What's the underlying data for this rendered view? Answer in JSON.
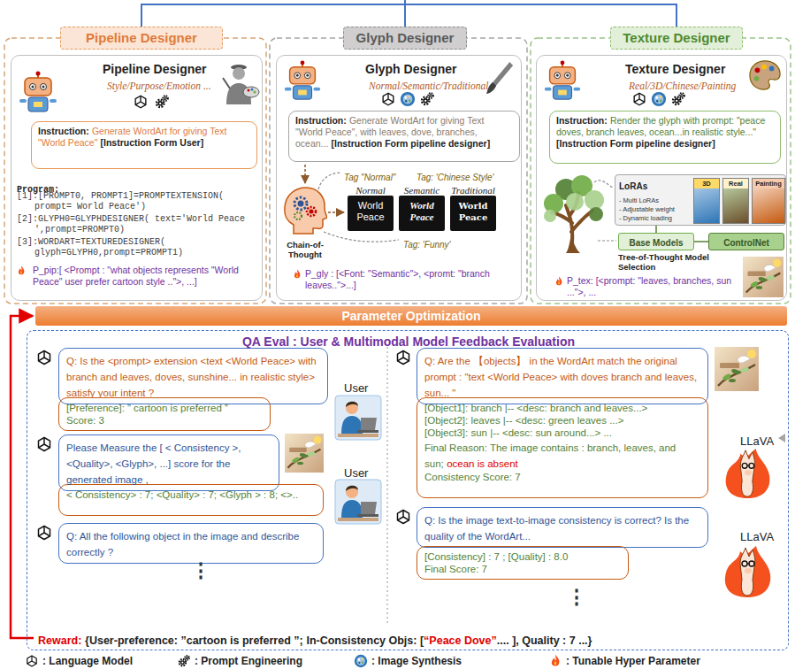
{
  "diagram": {
    "nodes": [
      {
        "text": [
          "Pipeline Designer"
        ]
      },
      {
        "text": [
          "Glyph Designer"
        ]
      },
      {
        "text": [
          "Texture Designer"
        ]
      },
      {
        "text": [
          "Pipeline Designer",
          "Style/Purpose/Emotion ...",
          "Program:",
          "[1]:[PROMPT0, PROMPT1]=PROMPTEXTENSION( prompt= World Peace')",
          "[2]:GLYPH0=GLYPHDESIGNER( text='World Peace ',prompt=PROMPT0)",
          "[3]:WORDART=TEXTUREDESIGNER( glyph=GLYPH0,prompt=PROMPT1)",
          "P_pip:[ <Prompt : \"what objects represents \"World Peace\" user prefer cartoon style ..\">, ...]"
        ]
      },
      {
        "text": [
          "Instruction:",
          "Generate WordArt for giving Text \"World Peace\"",
          "[Instruction Form User]"
        ],
        "in": 3
      },
      {
        "text": [
          "Glyph Designer",
          "Normal/Semantic/Traditional",
          "Tag \"Normal\"",
          "Tag: 'Chinese Style'",
          "Tag: 'Funny'",
          "Chain-of-Thought",
          "P_gly : [<Font: \"Semantic\">, <promt: \"branch leaves..\">...]"
        ]
      },
      {
        "text": [
          "Instruction:",
          "Generate WordArt for giving Text \"World Peace\", with leaves, dove, branches, ocean...",
          "[Instruction Form pipeline designer]"
        ],
        "in": 5
      },
      {
        "text": [
          "Normal",
          "World Peace"
        ],
        "in": 5
      },
      {
        "text": [
          "Semantic",
          "World Peace"
        ],
        "in": 5
      },
      {
        "text": [
          "Traditional",
          "World Peace"
        ],
        "in": 5
      },
      {
        "text": [
          "Texture Designer",
          "Real/3D/Chinese/Painting",
          "Tree-of-Thought Model Selection",
          "P_tex: [<prompt: \"leaves, branches, sun ...\">, ..."
        ]
      },
      {
        "text": [
          "Instruction:",
          "Render the glyph with prompt: \"peace doves, branch leaves, ocean...in realistic style...\"",
          "[Instruction Form pipeline designer]"
        ],
        "in": 10
      },
      {
        "text": [
          "LoRAs",
          "- Multi LoRAs",
          "- Adjustable weight",
          "- Dynamic loading"
        ],
        "in": 10
      },
      {
        "text": [
          "3D"
        ],
        "in": 12
      },
      {
        "text": [
          "Real"
        ],
        "in": 12
      },
      {
        "text": [
          "Painting"
        ],
        "in": 12
      },
      {
        "text": [
          "Base Models"
        ],
        "in": 10
      },
      {
        "text": [
          "ControlNet"
        ],
        "in": 10
      },
      {
        "text": [
          "Parameter Optimization"
        ]
      },
      {
        "text": [
          "QA Eval : User & Multimodal Model Feedback Evaluation",
          "User",
          "User",
          "⋮",
          "LLaVA",
          "LLaVA",
          "⋮",
          "Reward:",
          "{User-preference: ”cartoon is preferred ”;",
          "In-Consistency Objs: [",
          "“Peace Dove”",
          ".... ], Quality : 7 ...}"
        ]
      },
      {
        "text": [
          "Q: Is the <prompt> extension <text <World Peace> with branch and leaves, doves, sunshine... in realistic style> satisfy your intent ?"
        ],
        "in": 19
      },
      {
        "text": [
          "[Preference]: ” cartoon is preferred ”",
          "Score: 3"
        ],
        "in": 19
      },
      {
        "text": [
          "Please Measure the [ < Consistency >, <Quality>, <Glyph>, ...] score for the generated image ,"
        ],
        "in": 19
      },
      {
        "text": [
          "< Consistency> : 7; <Quality> : 7; <Glyph > : 8; <>.."
        ],
        "in": 19
      },
      {
        "text": [
          "Q: All the following object in the image and describe correctly ?"
        ],
        "in": 19
      },
      {
        "text": [
          "Q: Are the 【objects】 in the WordArt match the original prompt : \"text <World Peace> with doves branch and leaves, sun... \""
        ],
        "in": 19
      },
      {
        "text": [
          "[Object1]: branch |-- <desc: branch and leaves...>",
          "[Object2]: leaves |-- <desc: green leaves ...>",
          "[Object3]: sun |-- <desc: sun around...> ...",
          "Final Reason: The image contains : branch, leaves, and sun;",
          "ocean is absent",
          "Consistency Score: 7"
        ],
        "in": 19
      },
      {
        "text": [
          "Q: Is the image text-to-image consistency is correct? Is the quality of the WordArt..."
        ],
        "in": 19
      },
      {
        "text": [
          "[Consistency] : 7 ; [Quality] : 8.0",
          "Final Score: 7"
        ],
        "in": 19
      }
    ],
    "edges": [
      {
        "from": 12,
        "to": 16,
        "arrow": "none"
      },
      {
        "from": 16,
        "to": 17,
        "arrow": "none"
      }
    ],
    "legend": [
      {
        "text": ": Language Model"
      },
      {
        "text": ": Prompt Engineering"
      },
      {
        "text": ": Image Synthesis"
      },
      {
        "text": ": Tunable Hyper Parameter"
      }
    ]
  }
}
